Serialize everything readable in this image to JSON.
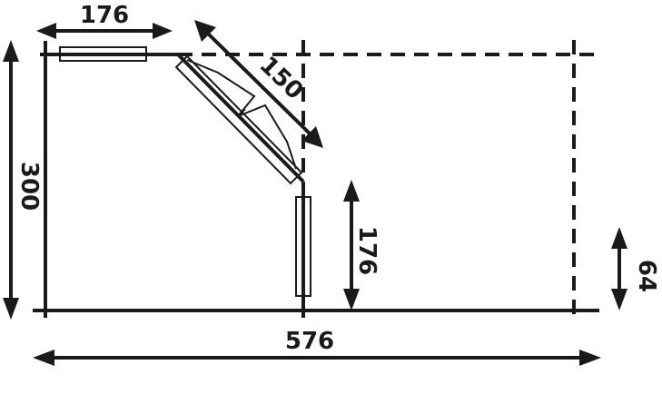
{
  "dimensions": {
    "top_width": "176",
    "diagonal_width": "150",
    "left_depth": "300",
    "lower_middle": "176",
    "right_small": "64",
    "total_width": "576"
  },
  "colors": {
    "ink": "#1a1a1a",
    "background": "#ffffff"
  }
}
